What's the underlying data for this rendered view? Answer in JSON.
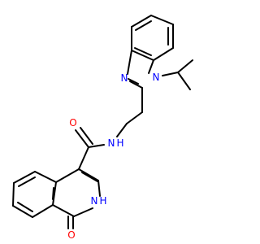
{
  "colors": {
    "bond": "#000000",
    "nitrogen": "#0000ff",
    "oxygen": "#ff0000",
    "background": "#ffffff"
  },
  "atoms": {
    "n_benzimidazole_1": {
      "label": "N",
      "element": "nitrogen"
    },
    "n_benzimidazole_3": {
      "label": "N",
      "element": "nitrogen"
    },
    "n_amide": {
      "label": "N",
      "element": "nitrogen"
    },
    "h_amide": {
      "label": "H",
      "element": "nitrogen"
    },
    "o_amide": {
      "label": "O",
      "element": "oxygen"
    },
    "n_isoquinolinone": {
      "label": "N",
      "element": "nitrogen"
    },
    "h_isoquinolinone": {
      "label": "H",
      "element": "nitrogen"
    },
    "o_isoquinolinone": {
      "label": "O",
      "element": "oxygen"
    }
  }
}
